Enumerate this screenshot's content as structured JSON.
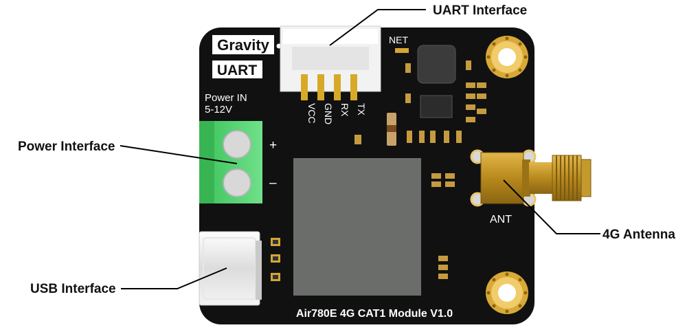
{
  "callouts": {
    "uart": "UART Interface",
    "power": "Power Interface",
    "usb": "USB Interface",
    "antenna": "4G Antenna"
  },
  "board": {
    "brand": "Gravity",
    "uart_badge": "UART",
    "power_in": "Power IN",
    "voltage": "5-12V",
    "plus": "+",
    "minus": "–",
    "net": "NET",
    "ant": "ANT",
    "pins": [
      "VCC",
      "GND",
      "RX",
      "TX"
    ],
    "title": "Air780E 4G CAT1 Module V1.0"
  },
  "colors": {
    "pcb": "#111111",
    "terminal": "#4fd16a",
    "antenna_gold": "#b58a1c",
    "module": "#6b6d6b",
    "line": "#000000"
  }
}
